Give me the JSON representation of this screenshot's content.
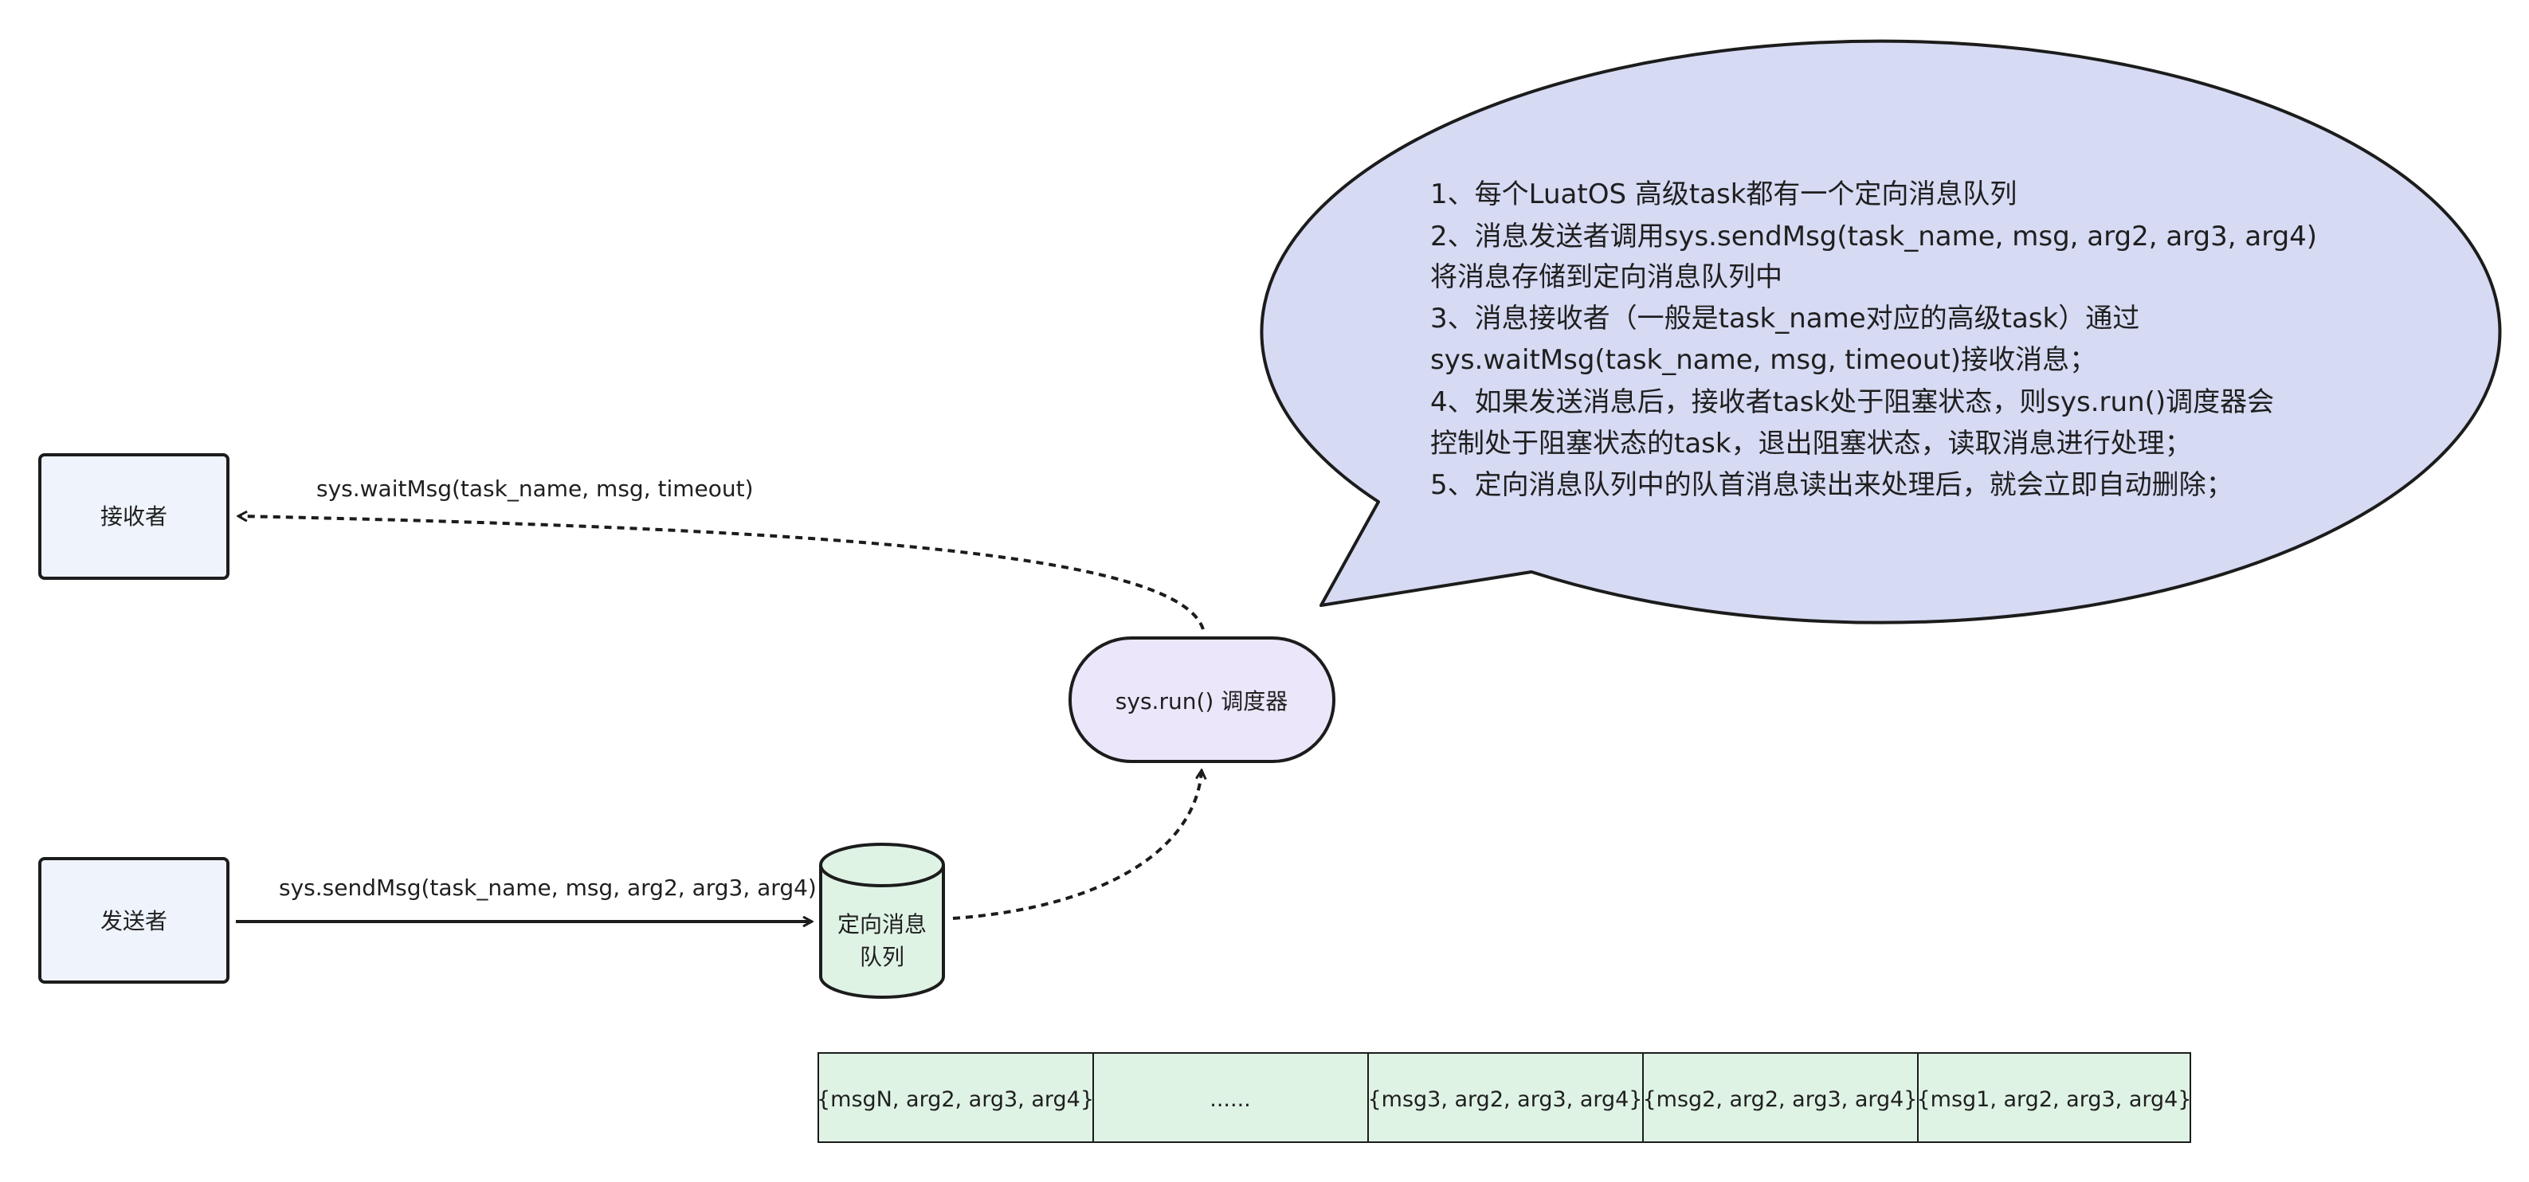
{
  "nodes": {
    "receiver": "接收者",
    "sender": "发送者",
    "scheduler": "sys.run() 调度器",
    "queue_line1": "定向消息",
    "queue_line2": "队列"
  },
  "edges": {
    "wait_msg": "sys.waitMsg(task_name, msg, timeout)",
    "send_msg": "sys.sendMsg(task_name, msg, arg2, arg3, arg4)"
  },
  "queue_cells": [
    "{msgN, arg2, arg3, arg4}",
    "......",
    "{msg3, arg2, arg3, arg4}",
    "{msg2, arg2, arg3, arg4}",
    "{msg1, arg2, arg3, arg4}"
  ],
  "note_lines": [
    "1、每个LuatOS 高级task都有一个定向消息队列",
    "2、消息发送者调用sys.sendMsg(task_name, msg, arg2, arg3, arg4)",
    "将消息存储到定向消息队列中",
    "3、消息接收者（一般是task_name对应的高级task）通过",
    "sys.waitMsg(task_name, msg, timeout)接收消息；",
    "4、如果发送消息后，接收者task处于阻塞状态，则sys.run()调度器会",
    "控制处于阻塞状态的task，退出阻塞状态，读取消息进行处理；",
    "5、定向消息队列中的队首消息读出来处理后，就会立即自动删除；"
  ],
  "colors": {
    "box_fill": "#eef3fc",
    "scheduler_fill": "#ece6fb",
    "queue_fill": "#dff3e5",
    "note_fill": "#d6daf3",
    "stroke": "#1c1c1c"
  }
}
